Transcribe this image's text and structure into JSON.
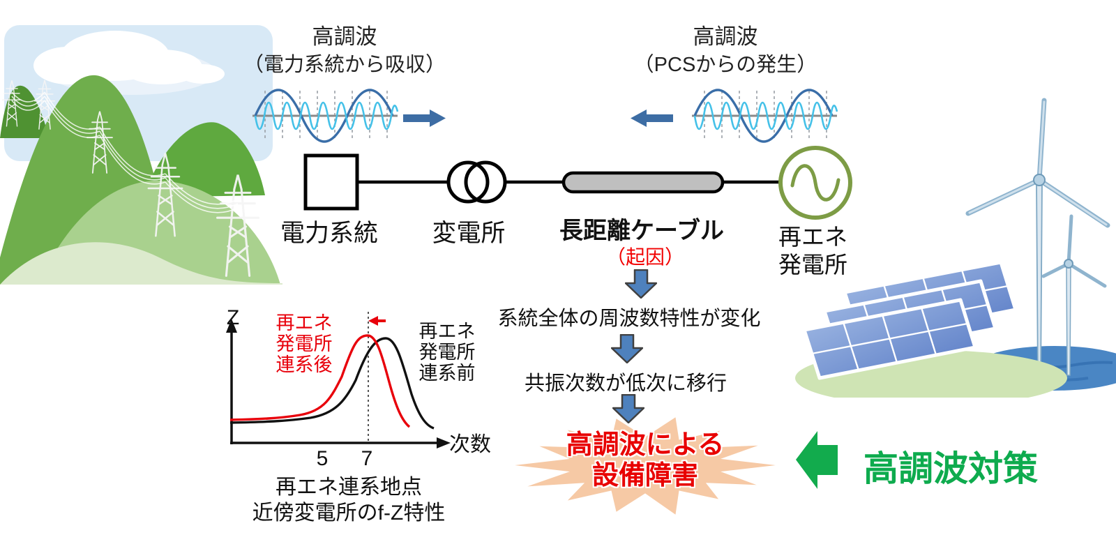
{
  "harmonic_left": {
    "title": "高調波",
    "subtitle": "（電力系統から吸収）"
  },
  "harmonic_right": {
    "title": "高調波",
    "subtitle": "（PCSからの発生）"
  },
  "circuit": {
    "power_system": "電力系統",
    "substation": "変電所",
    "cable": "長距離ケーブル",
    "cable_cause": "（起因）",
    "renewable_l1": "再エネ",
    "renewable_l2": "発電所"
  },
  "flow": {
    "step1": "系統全体の周波数特性が変化",
    "step2": "共振次数が低次に移行",
    "impact_l1": "高調波による",
    "impact_l2": "設備障害",
    "countermeasure": "高調波対策"
  },
  "graph": {
    "y_label": "Z",
    "x_label": "次数",
    "tick_5": "5",
    "tick_7": "7",
    "legend_after_l1": "再エネ",
    "legend_after_l2": "発電所",
    "legend_after_l3": "連系後",
    "legend_before_l1": "再エネ",
    "legend_before_l2": "発電所",
    "legend_before_l3": "連系前",
    "caption_l1": "再エネ連系地点",
    "caption_l2": "近傍変電所のf-Z特性"
  },
  "chart_data": {
    "type": "line",
    "title": "再エネ連系地点近傍変電所のf-Z特性",
    "xlabel": "次数",
    "ylabel": "Z",
    "x_ticks": [
      5,
      7
    ],
    "series": [
      {
        "name": "再エネ発電所連系前",
        "color": "#111111",
        "peak_order": 7.5
      },
      {
        "name": "再エネ発電所連系後",
        "color": "#e8000b",
        "peak_order": 7.0
      }
    ],
    "legend_position": "inline",
    "grid": false
  },
  "colors": {
    "flow_arrow_blue": "#4e81bd",
    "wave_dark_blue": "#3a6ea8",
    "wave_cyan": "#45c1e8",
    "generator_green": "#7d9c45",
    "red": "#f20000",
    "burst_peach": "#f6c9a5",
    "green": "#0eab4e",
    "cable_gray": "#bfbfbf"
  }
}
